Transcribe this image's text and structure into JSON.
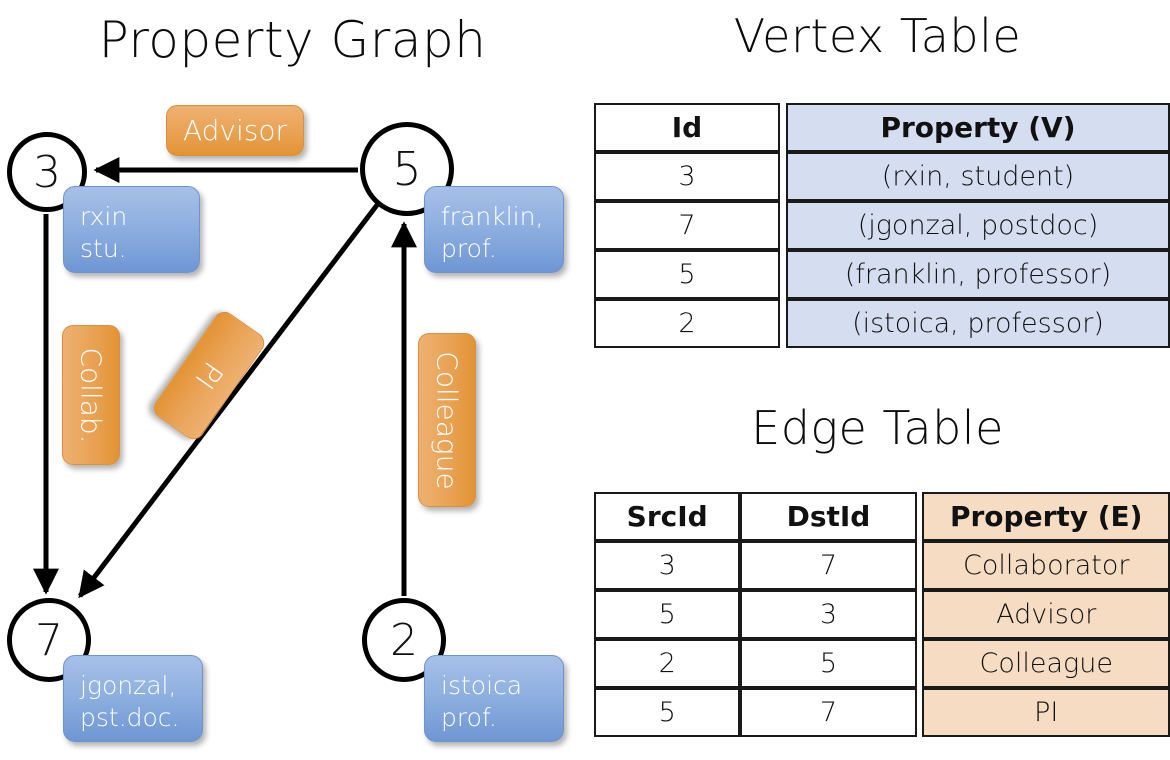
{
  "titles": {
    "graph": "Property Graph",
    "vertex_table": "Vertex Table",
    "edge_table": "Edge Table"
  },
  "graph": {
    "nodes": [
      {
        "id": "3",
        "property_line1": "rxin",
        "property_line2": "stu."
      },
      {
        "id": "5",
        "property_line1": "franklin,",
        "property_line2": "prof."
      },
      {
        "id": "7",
        "property_line1": "jgonzal,",
        "property_line2": "pst.doc."
      },
      {
        "id": "2",
        "property_line1": "istoica",
        "property_line2": "prof."
      }
    ],
    "edge_labels": [
      {
        "name": "advisor",
        "text": "Advisor"
      },
      {
        "name": "collab",
        "text": "Collab."
      },
      {
        "name": "pi",
        "text": "PI"
      },
      {
        "name": "colleague",
        "text": "Colleague"
      }
    ],
    "edges": [
      {
        "from": "5",
        "to": "3",
        "label": "Advisor"
      },
      {
        "from": "3",
        "to": "7",
        "label": "Collab."
      },
      {
        "from": "5",
        "to": "7",
        "label": "PI"
      },
      {
        "from": "2",
        "to": "5",
        "label": "Colleague"
      }
    ]
  },
  "vertex_table": {
    "headers": [
      "Id",
      "Property (V)"
    ],
    "rows": [
      {
        "id": "3",
        "property": "(rxin, student)"
      },
      {
        "id": "7",
        "property": "(jgonzal, postdoc)"
      },
      {
        "id": "5",
        "property": "(franklin, professor)"
      },
      {
        "id": "2",
        "property": "(istoica, professor)"
      }
    ]
  },
  "edge_table": {
    "headers": [
      "SrcId",
      "DstId",
      "Property (E)"
    ],
    "rows": [
      {
        "src": "3",
        "dst": "7",
        "property": "Collaborator"
      },
      {
        "src": "5",
        "dst": "3",
        "property": "Advisor"
      },
      {
        "src": "2",
        "dst": "5",
        "property": "Colleague"
      },
      {
        "src": "5",
        "dst": "7",
        "property": "PI"
      }
    ]
  },
  "colors": {
    "vertex_property_fill": "#d4def0",
    "edge_property_fill": "#f5dcc3",
    "node_property_box": "#8fb0e0",
    "edge_label_box": "#e9a254",
    "stroke": "#000000"
  }
}
